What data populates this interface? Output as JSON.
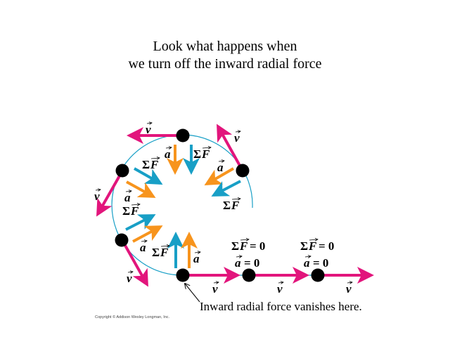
{
  "title": {
    "line1": "Look what happens when",
    "line2": "we turn off the inward radial force"
  },
  "symbols": {
    "v": "v",
    "a": "a",
    "sigma": "Σ",
    "F": "F",
    "eq_zero": "= 0"
  },
  "caption": "Inward radial force vanishes here.",
  "copyright": "Copyright © Addison Wesley Longman, Inc.",
  "colors": {
    "velocity": "#e2157c",
    "acceleration": "#f7941d",
    "force": "#189fc6",
    "path": "#189fc6",
    "ball": "#000000"
  }
}
